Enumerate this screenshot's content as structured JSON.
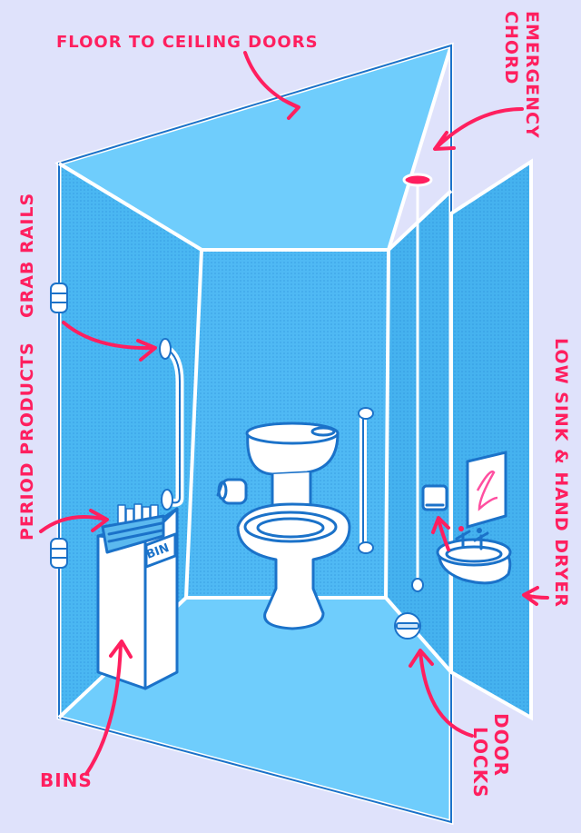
{
  "labels": {
    "floor_doors": "FLOOR TO CEILING DOORS",
    "emergency_1": "EMERGENCY",
    "emergency_2": "CHORD",
    "grab_rails": "GRAB RAILS",
    "period_products": "PERIOD PRODUCTS",
    "low_sink": "LOW SINK & HAND DRYER",
    "bins": "BINS",
    "door_1": "DOOR",
    "door_2": "LOCKS",
    "bin_sign": "BIN"
  },
  "colors": {
    "background": "#dfe2fb",
    "accent": "#ff1f5f",
    "wall_light": "#6fcdfc",
    "wall_mid": "#4ab7f2",
    "wall_dark": "#3aa6e6",
    "outline": "#1b72c9"
  }
}
